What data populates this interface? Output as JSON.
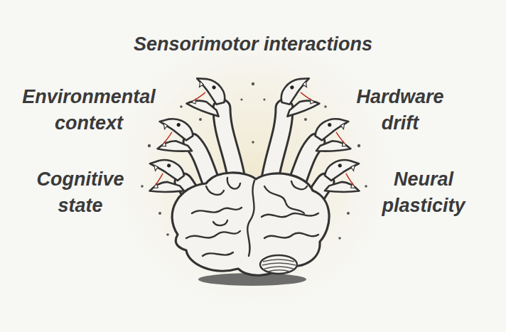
{
  "diagram": {
    "labels": [
      "Sensorimotor interactions",
      "Environmental context",
      "Cognitive state",
      "Hardware drift",
      "Neural plasticity"
    ]
  }
}
